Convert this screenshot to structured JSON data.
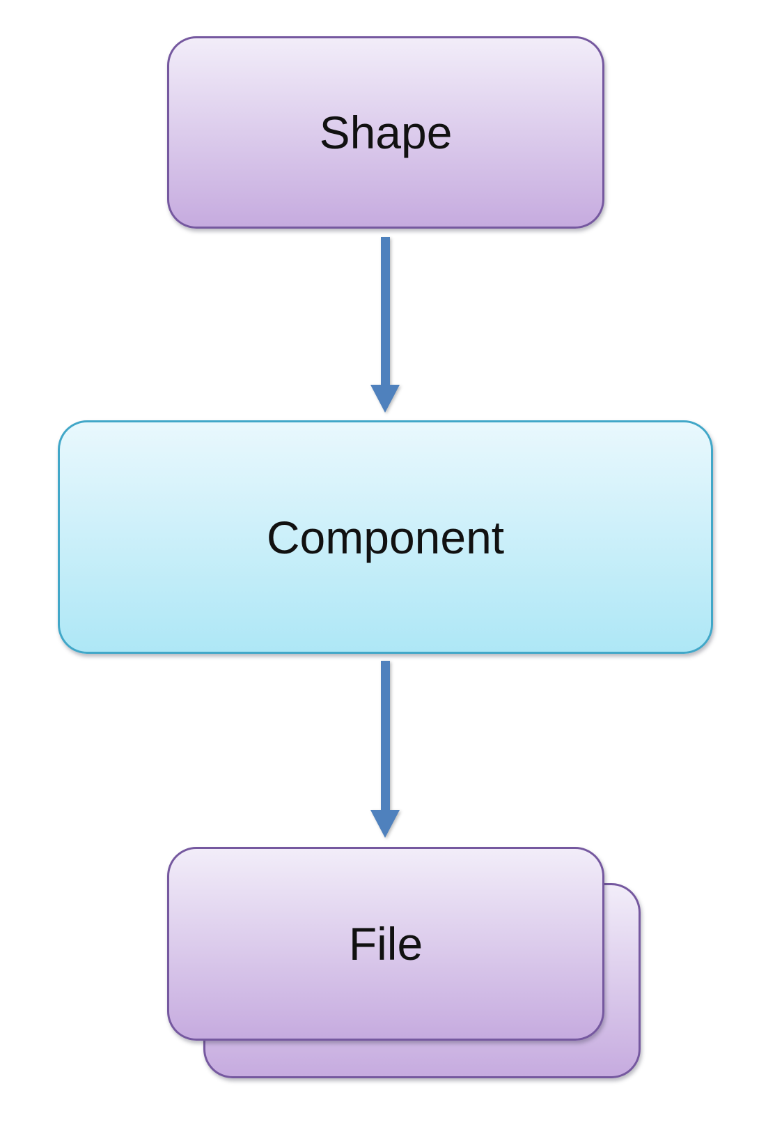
{
  "diagram": {
    "type": "flowchart",
    "background": "#ffffff",
    "nodes": {
      "shape": {
        "label": "Shape",
        "shape": "rounded-rectangle",
        "fill_top": "#f2edf9",
        "fill_bottom": "#c6abdf",
        "border": "#75589f"
      },
      "component": {
        "label": "Component",
        "shape": "rounded-rectangle",
        "fill_top": "#e9f8fd",
        "fill_bottom": "#aee7f6",
        "border": "#41a7c8"
      },
      "file": {
        "label": "File",
        "shape": "rounded-rectangle",
        "stacked": true,
        "fill_top": "#f2edf9",
        "fill_bottom": "#c6abdf",
        "border": "#75589f"
      }
    },
    "connectors": [
      {
        "from": "shape",
        "to": "component",
        "direction": "down",
        "style": "solid-arrow",
        "color": "#4f81bd"
      },
      {
        "from": "component",
        "to": "file",
        "direction": "down",
        "style": "solid-arrow",
        "color": "#4f81bd"
      }
    ],
    "colors": {
      "arrow": "#4f81bd",
      "purple_border": "#75589f",
      "purple_fill_top": "#f2edf9",
      "purple_fill_bottom": "#c6abdf",
      "cyan_border": "#41a7c8",
      "cyan_fill_top": "#e9f8fd",
      "cyan_fill_bottom": "#aee7f6",
      "text": "#111111"
    }
  }
}
